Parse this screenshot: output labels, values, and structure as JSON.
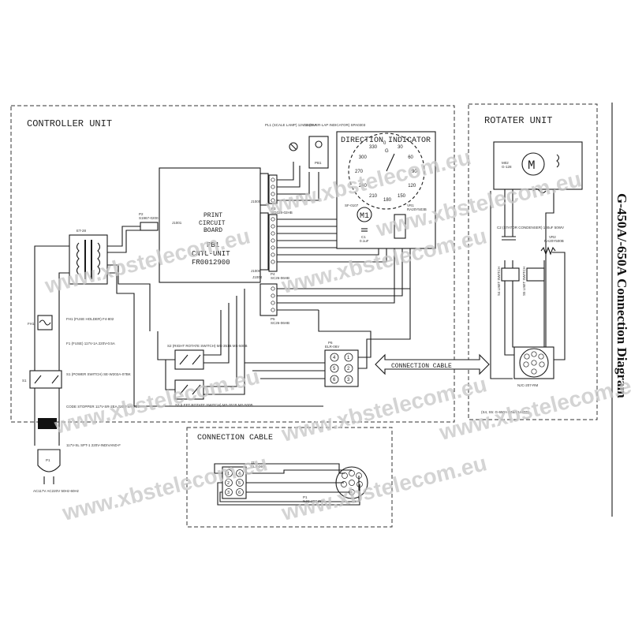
{
  "title": "G-450A/-650A Connection Diagram",
  "sections": {
    "controller": "CONTROLLER UNIT",
    "rotater": "ROTATER UNIT",
    "connection_cable": "CONNECTION CABLE",
    "direction_indicator": "DIRECTION INDICATOR"
  },
  "pcb": {
    "line1": "PRINT",
    "line2": "CIRCUIT",
    "line3": "BOARD",
    "line4": "PB1",
    "line5": "CNTL-UNIT",
    "line6": "FR0012900"
  },
  "connectors": {
    "j1001": "J1001",
    "j1004": "J1004",
    "j1005": "J1005",
    "j1006": "J1006",
    "p2": "P2",
    "p2_part": "S1967-0200",
    "p3": "P3",
    "p3_part": "SG028-02HB",
    "p4": "P4",
    "p4_part": "SC26-06HB",
    "p5": "P5",
    "p5_part": "SC26-06HB",
    "p6": "P6",
    "p6_part": "ELR-06V",
    "j1": "J1",
    "j1_part": "CLF-06V",
    "p1": "P1",
    "p1_part": "NJC-207-PM",
    "j_rot": "NJC-207-RM"
  },
  "components": {
    "transformer": "ET-28",
    "pl1": "PL1 (SCALE LAMP) 12V 150mA",
    "d1": "D1 (OVER-LAP INDICATOR) SPA0303",
    "pb1": "PB1",
    "m1": "M1",
    "m1_part": "SF-0107",
    "c1": "C1",
    "c1_val": "0.1uF",
    "vr1": "VR1",
    "vr1_part": "RA20Y503B",
    "fh1": "FH1 (FUSE HOLDER) F4-802",
    "f1": "F1 (FUSE) 117V-1A 220V-0.5A",
    "s1": "S1",
    "s1_desc": "S1 (POWER SWITCH) SE-W202A-07BK",
    "code_stopper": "CODE STOPPER 117V-SR-2EA 220V-SR-2EB",
    "cord": "117V-SL SPT-1 220V-INDIVAND-F",
    "plug": "P1",
    "plug_spec": "AC117V AC220V 50Hz-60Hz",
    "s2": "S2 (RIGHT ROTATE SWITCH) MS-351B MS-500B",
    "s3": "S3 (LEFT ROTATE SWITCH) MS-351B MS-500B",
    "m_rot": "M",
    "m_rot_label": "M02",
    "m_rot_part": "G-128",
    "c2": "C2 (STATOR CONDENSER) 100uF 50WV",
    "vr2": "VR2",
    "vr2_part": "RA20Y500B",
    "s4": "S4 LIMIT SWITCH",
    "s5": "S5 LIMIT SWITCH",
    "rot_note": "(S4, S5: G-650A ONLY USED)"
  },
  "dial": [
    "0",
    "30",
    "60",
    "90",
    "120",
    "150",
    "180",
    "210",
    "240",
    "270",
    "300",
    "330",
    "G"
  ],
  "watermark": "www.xbstelecom.eu"
}
